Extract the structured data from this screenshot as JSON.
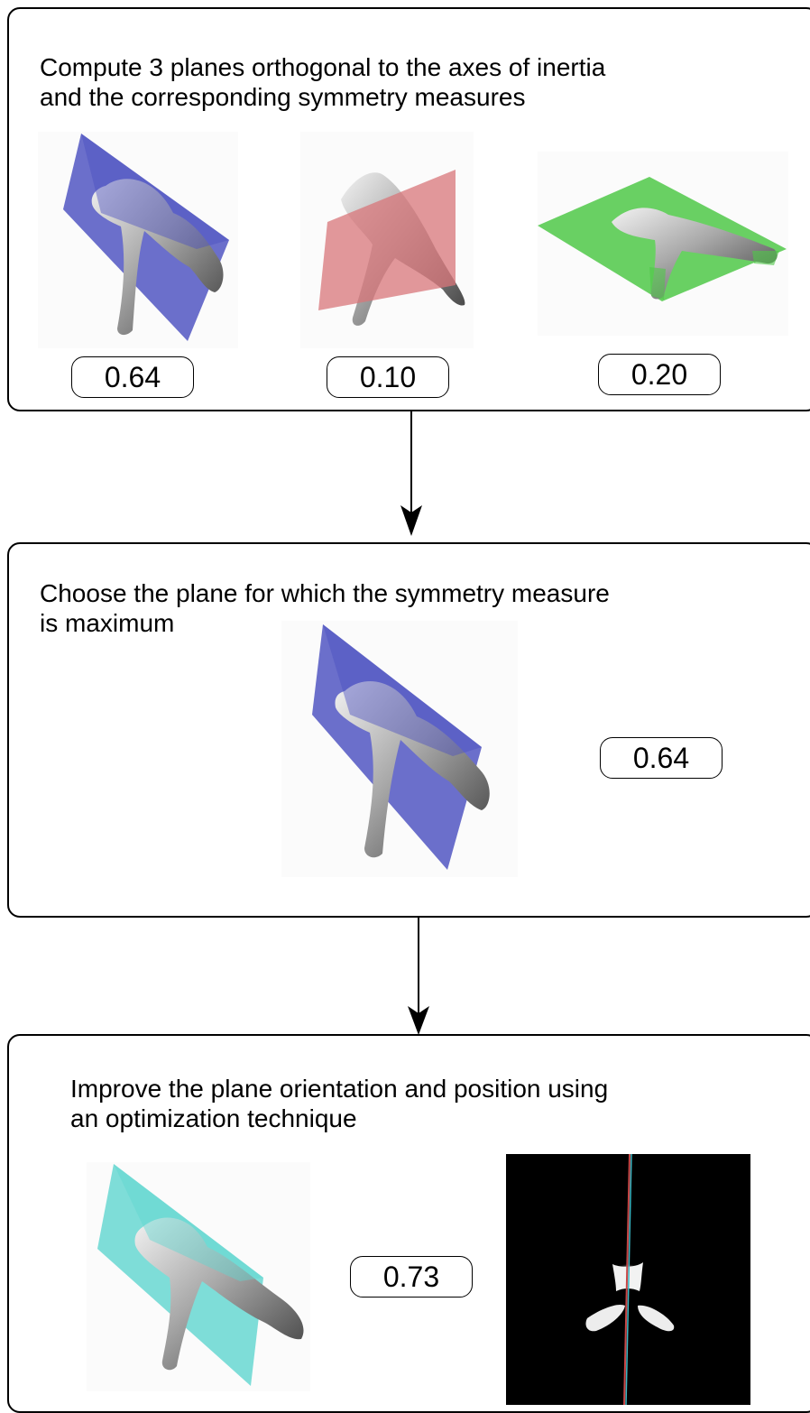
{
  "steps": [
    {
      "title": "Compute 3 planes orthogonal to the axes of inertia\nand the corresponding symmetry measures",
      "scores": [
        "0.64",
        "0.10",
        "0.20"
      ],
      "plane_colors": [
        "#4b4fc0",
        "#d8757a",
        "#4fc848"
      ]
    },
    {
      "title": "Choose the plane for which the symmetry measure\nis maximum",
      "scores": [
        "0.64"
      ],
      "plane_colors": [
        "#4b4fc0"
      ]
    },
    {
      "title": "Improve the plane orientation and position using\nan optimization technique",
      "scores": [
        "0.73"
      ],
      "plane_colors": [
        "#5fd6d0"
      ]
    }
  ],
  "colors": {
    "shape": "#8a8a8a",
    "outline": "#000000"
  }
}
